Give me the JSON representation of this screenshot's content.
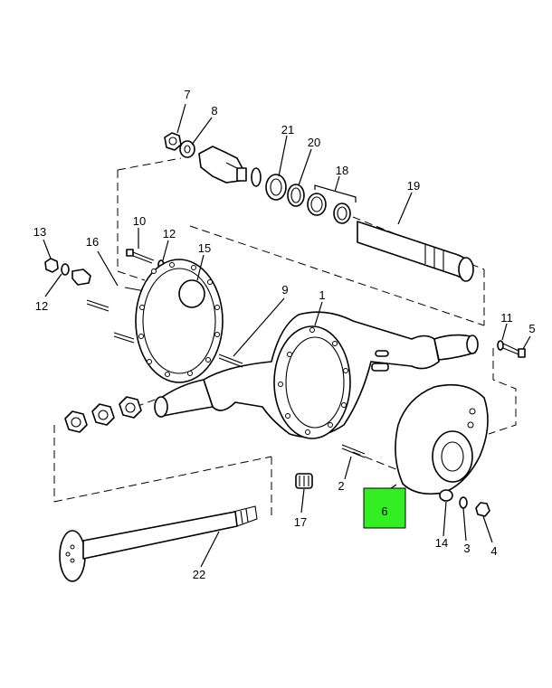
{
  "highlight_color": "#33ee22",
  "highlighted_callout": "6",
  "callouts": {
    "c1": "1",
    "c2": "2",
    "c3": "3",
    "c4": "4",
    "c5": "5",
    "c6": "6",
    "c7": "7",
    "c8": "8",
    "c9": "9",
    "c10": "10",
    "c11": "11",
    "c12a": "12",
    "c12b": "12",
    "c13": "13",
    "c14": "14",
    "c15": "15",
    "c16": "16",
    "c17": "17",
    "c18": "18",
    "c19": "19",
    "c20": "20",
    "c21": "21",
    "c22": "22"
  }
}
